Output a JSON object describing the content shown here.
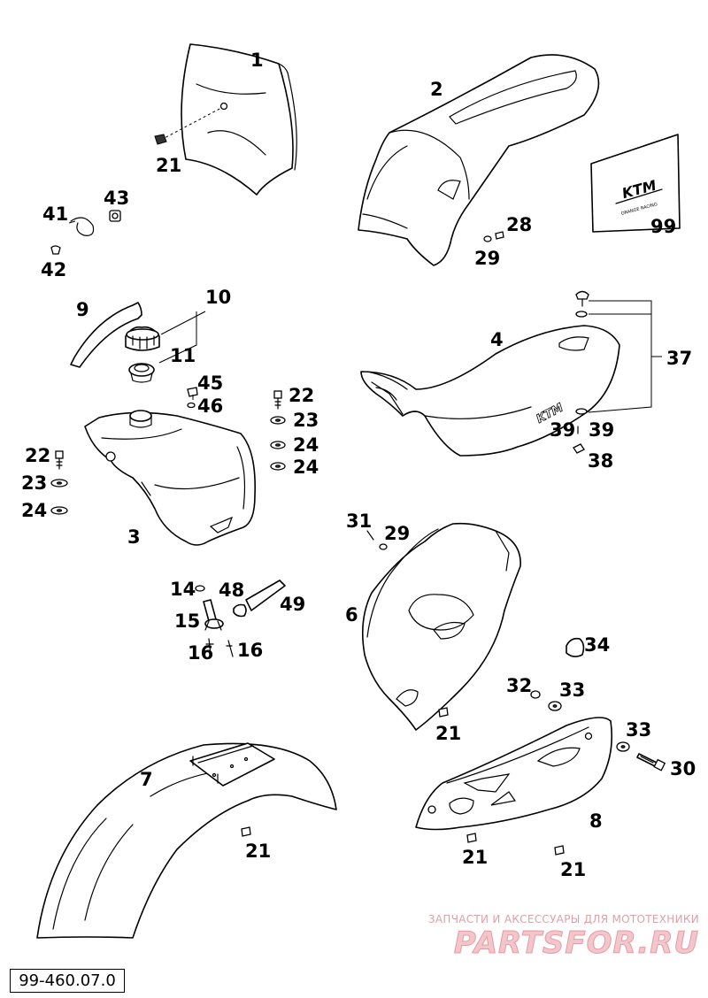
{
  "callouts": {
    "c1": "1",
    "c2": "2",
    "c3": "3",
    "c4": "4",
    "c6": "6",
    "c7": "7",
    "c8": "8",
    "c9": "9",
    "c10": "10",
    "c11": "11",
    "c14": "14",
    "c15": "15",
    "c16a": "16",
    "c16b": "16",
    "c21a": "21",
    "c21b": "21",
    "c21c": "21",
    "c21d": "21",
    "c21e": "21",
    "c22a": "22",
    "c22b": "22",
    "c23a": "23",
    "c23b": "23",
    "c24a": "24",
    "c24b": "24",
    "c24c": "24",
    "c28": "28",
    "c29a": "29",
    "c29b": "29",
    "c30": "30",
    "c31": "31",
    "c32": "32",
    "c33a": "33",
    "c33b": "33",
    "c34": "34",
    "c37": "37",
    "c38": "38",
    "c39a": "39",
    "c39b": "39",
    "c41": "41",
    "c42": "42",
    "c43": "43",
    "c45": "45",
    "c46": "46",
    "c48": "48",
    "c49": "49",
    "c99": "99"
  },
  "decal_logo": {
    "brand": "KTM",
    "small_text": "ORANGE RACING"
  },
  "seat_graphic": "KTM",
  "watermark": {
    "caption": "ЗАПЧАСТИ И АКСЕССУАРЫ ДЛЯ МОТОТЕХНИКИ",
    "brand": "PARTSFOR.RU"
  },
  "diagram_code": "99-460.07.0",
  "colors": {
    "line": "#000000",
    "background": "#ffffff",
    "watermark": "#e79aa3"
  }
}
